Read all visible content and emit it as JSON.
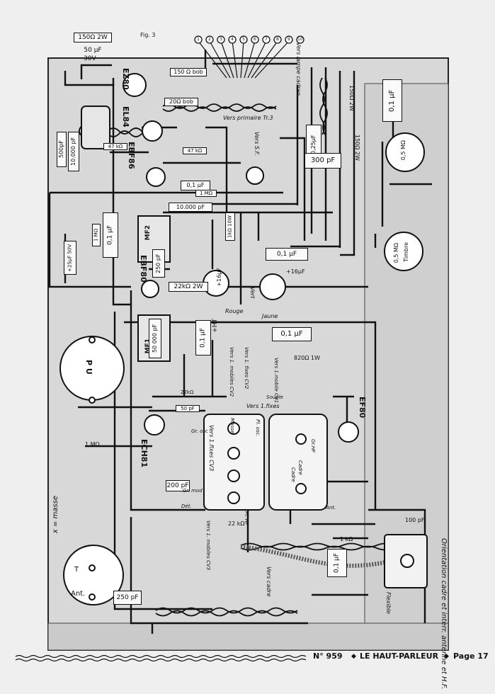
{
  "fig_label": "Fig. 3",
  "masse_note": "x = masse",
  "orientation_note": "Orientation cadre et interr. antenne et H.F.",
  "tubes": {
    "ez80": "EZ80",
    "el84": "EL84",
    "ebf86": "EBF86",
    "ebf80": "EBF80",
    "ech81": "ECH81",
    "ef80": "EF80"
  },
  "components": {
    "r150_2w_top": "150Ω 2W",
    "c50uf": "50 µF",
    "c50uf_v": "30V",
    "r150_bob": "150 Ω bob",
    "r20_bob": "20Ω bob",
    "c10000_left": "10.000 pF",
    "r47k_a": "47 kΩ",
    "r47k_b": "47 kΩ",
    "c01_a": "0,1 µF",
    "c01_b": "0,1 µF",
    "r1m_a": "1 MΩ",
    "c10000_mid": "10.000 pF",
    "c01_left": "0,1 µF",
    "r1m_left": "1 MΩ",
    "c25uf": "+25µF 50V",
    "r1k_10w": "1kΩ 10W",
    "c01_center": "0,1 µF",
    "c16_a": "+16µF",
    "c16_b": "+16µF",
    "c025": "0,25µF",
    "c300": "300 pF",
    "r150_2w_right": "150Ω 2W",
    "r150_2w_right2": "150Ω 2W",
    "c01_topright": "0,1 µF",
    "pot_05_top": "0,5 MΩ",
    "pot_05_timbre": "0,5 MΩ",
    "timbre": "Timbre",
    "c250_mid": "250 pF",
    "r22k_2w": "22kΩ 2W",
    "c50000": "50 000 pF",
    "mf1": "MF1",
    "mf2": "MF2",
    "c01_hit": "0,1 µF",
    "ht": "+HT",
    "c01_ef80": "0,1 µF",
    "r820_1w": "820Ω 1W",
    "r1m_ech": "1 MΩ",
    "c50pf": "50 pF",
    "c200": "200 pF",
    "r22k_b": "22 kΩ",
    "c01_bottom": "0,1 µF",
    "c100pf": "100 pF",
    "r1k_bottom": "1 kΩ",
    "c250_bottom": "250 pF",
    "r22k_small": "22kΩ"
  },
  "wires": {
    "vers_lampe_cadran": "Vers lampe cadran",
    "vers_primaire": "Vers primaire Tr.3",
    "vers_sf": "Vers S.F.",
    "vers_fixes_cv3": "Vers 1.fixes CV3",
    "vers_1fixes": "Vers 1.fixes",
    "vers_fixes_cv2": "Vers 1. fixes CV2",
    "vers_mobiles_cv2": "Vers 1. mobiles CV2",
    "vers_mobiles_cv3": "Vers 1. mobiles CV3",
    "vers_mobile_cv1": "Vers 1.mobile CV1",
    "vers_cadre": "Vers cadre",
    "rouge": "Rouge",
    "jaune": "Jaune",
    "vert": "Vert",
    "masse": "Masse",
    "osc": "Pl. osc.",
    "gr_osc": "Gr. osc",
    "gr_mod": "Gr. mod",
    "pl_hf": "Pl. HF",
    "gr_hf": "Gr.HF",
    "cadre": "Cadre",
    "cadre2": "Cadre",
    "ant": "Ant.",
    "souple": "Souple",
    "det": "Dét.",
    "flexible": "Flexible",
    "pu": "P U",
    "ant_socket": "Ant.",
    "t": "T"
  },
  "pin_numbers": [
    "1",
    "2",
    "3",
    "4",
    "5",
    "6",
    "7",
    "8",
    "9",
    "10"
  ],
  "footer": {
    "issue": "N° 959",
    "magazine": "LE HAUT-PARLEUR",
    "page": "Page 17"
  }
}
